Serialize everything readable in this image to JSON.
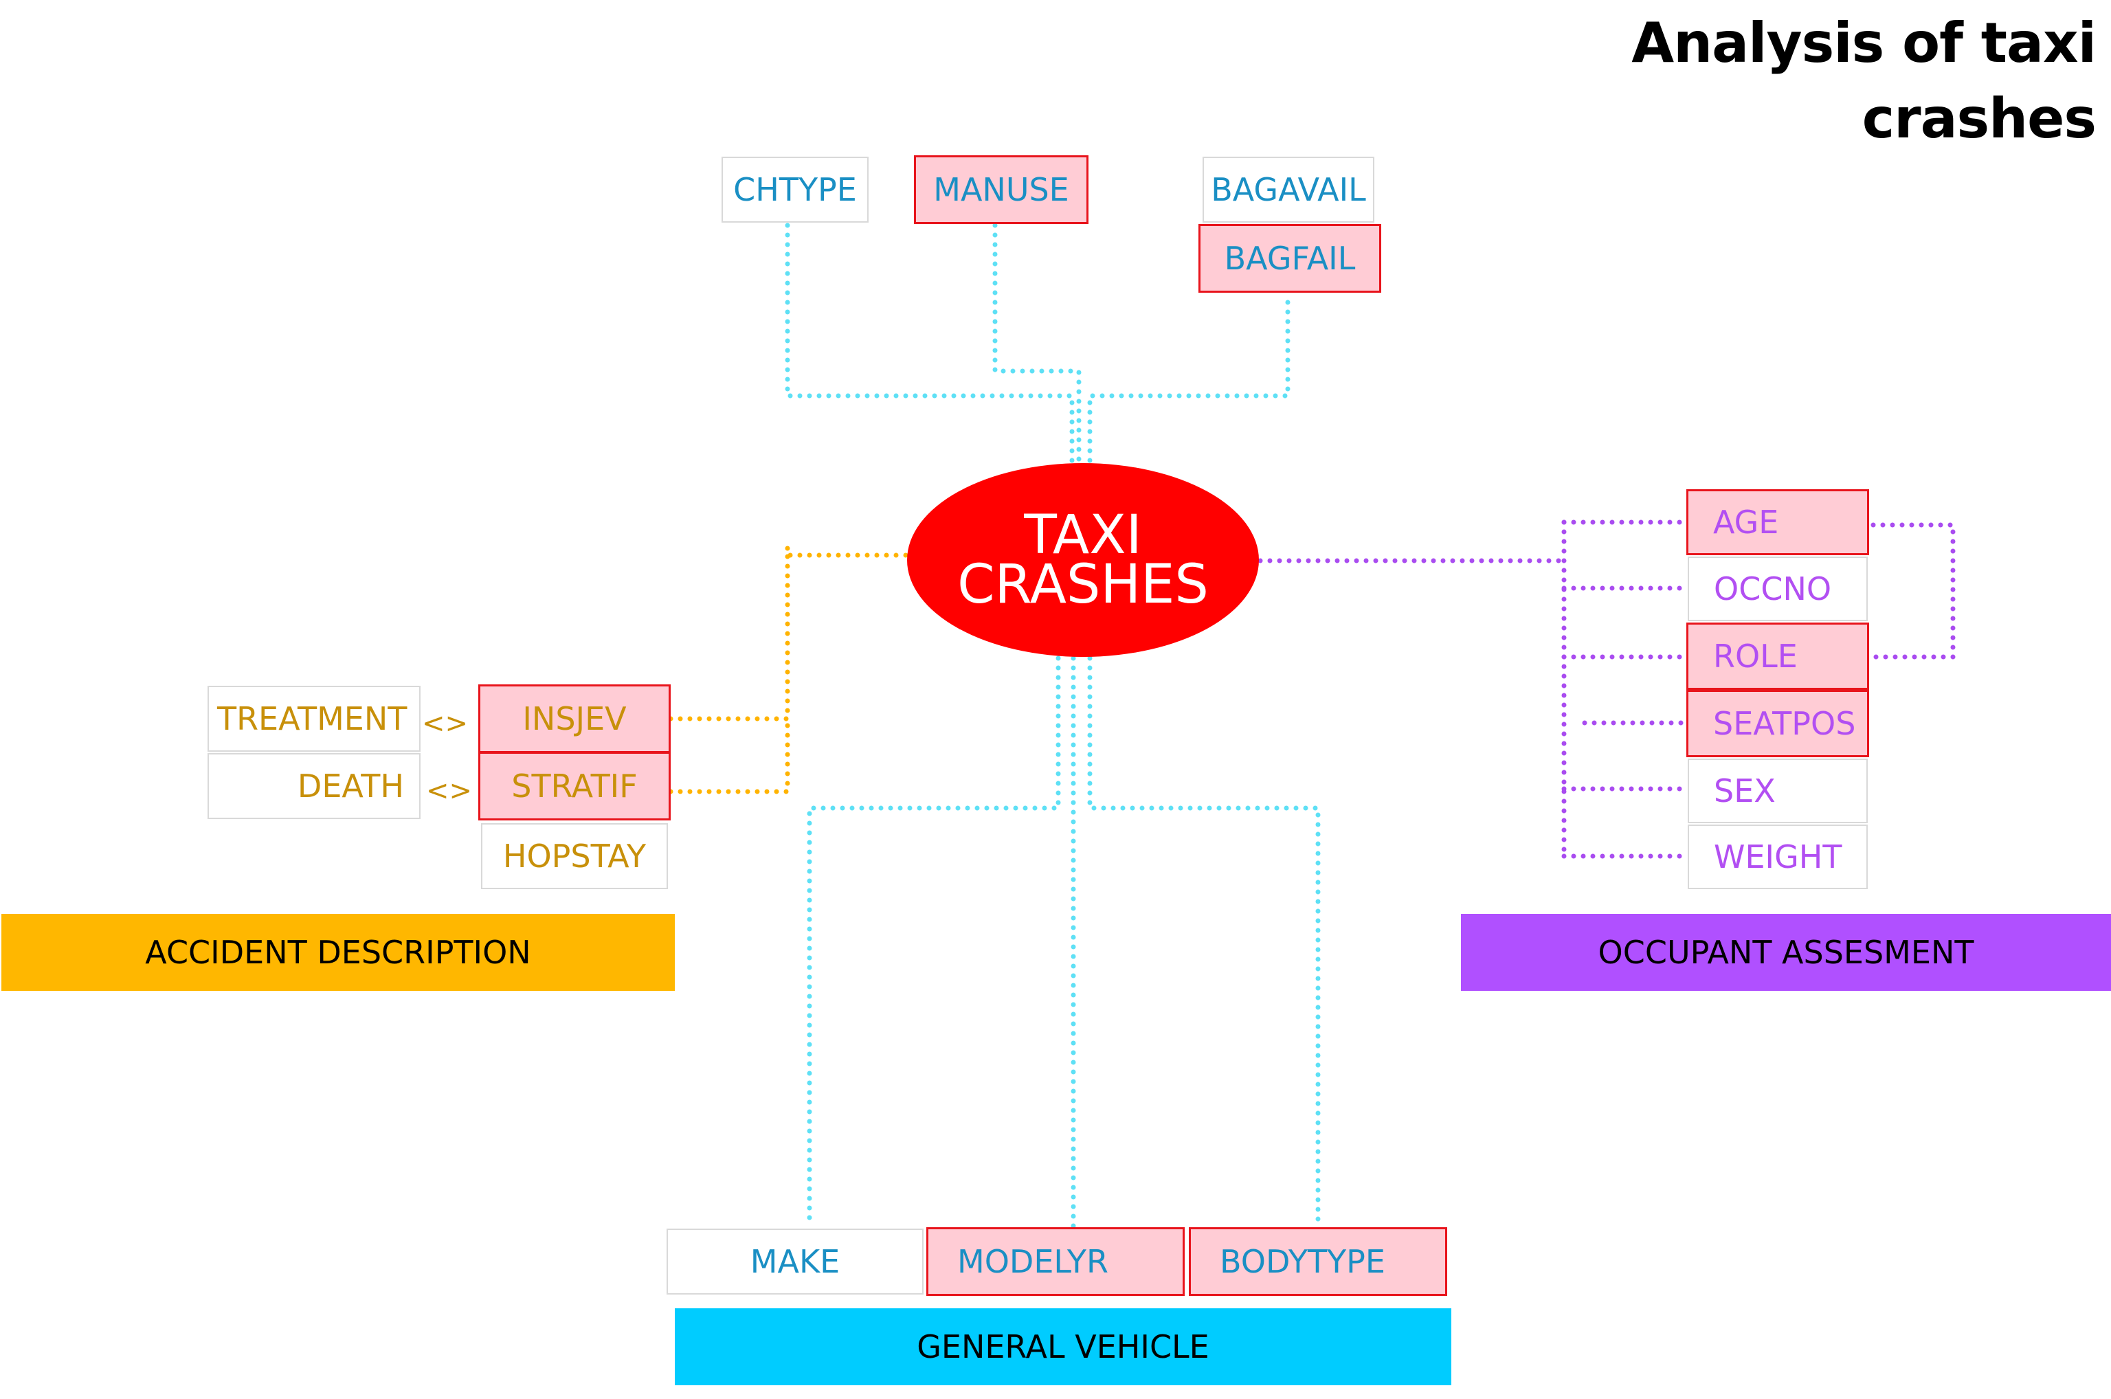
{
  "title": "Analysis of taxi crashes",
  "center": {
    "line1": "TAXI",
    "line2": "CRASHES",
    "color": "#ff0000"
  },
  "top_variables": {
    "chtype": "CHTYPE",
    "manuse": "MANUSE",
    "bagavail": "BAGAVAIL",
    "bagfail": "BAGFAIL"
  },
  "accident": {
    "band_label": "ACCIDENT DESCRIPTION",
    "band_color": "#ffb700",
    "treatment": "TREATMENT",
    "death": "DEATH",
    "arrow": "<>",
    "insjev": "INSJEV",
    "stratif": "STRATIF",
    "hopstay": "HOPSTAY"
  },
  "occupant": {
    "band_label": "OCCUPANT ASSESMENT",
    "band_color": "#b050ff",
    "items": [
      "AGE",
      "OCCNO",
      "ROLE",
      "SEATPOS",
      "SEX",
      "WEIGHT"
    ]
  },
  "vehicle": {
    "band_label": "GENERAL VEHICLE",
    "band_color": "#00ccff",
    "make": "MAKE",
    "modelyr": "MODELYR",
    "bodytype": "BODYTYPE"
  },
  "colors": {
    "highlight_fill": "#ffccd5",
    "highlight_border": "#e8141c",
    "blue_text": "#1a8fc4",
    "gold_text": "#c8900a",
    "purple_text": "#b24ff2",
    "blue_link": "#5ee0f5",
    "gold_link": "#ffb300",
    "purple_link": "#a94cf0"
  }
}
